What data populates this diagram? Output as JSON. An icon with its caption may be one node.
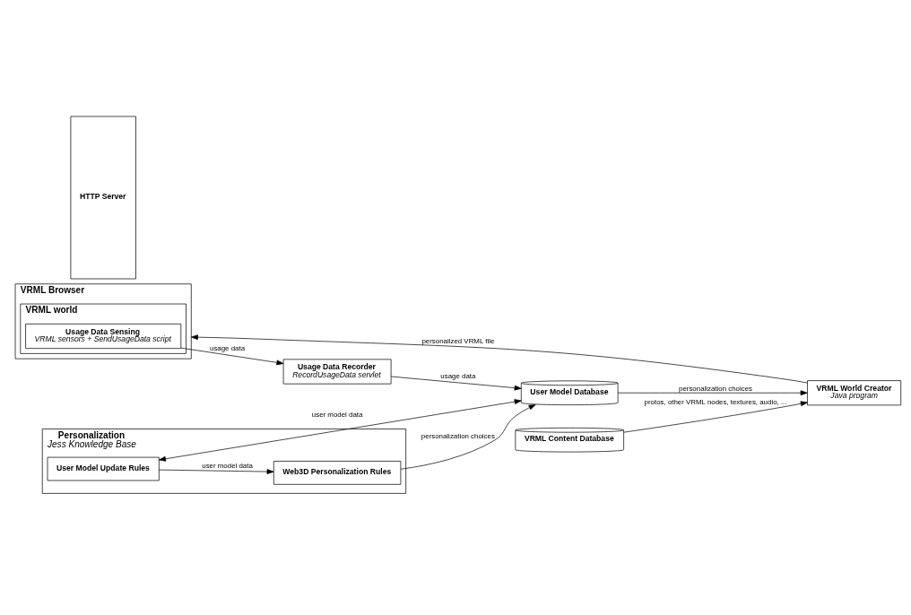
{
  "diagram": {
    "nodes": [
      {
        "text": [
          "VRML Browser"
        ]
      },
      {
        "text": [
          "VRML world"
        ],
        "in": 0
      },
      {
        "text": [
          "Usage Data Sensing",
          "VRML sensors + SendUsageData script"
        ],
        "in": 1
      },
      {
        "text": [
          "HTTP Server"
        ]
      },
      {
        "text": [
          "Usage Data Recorder",
          "RecordUsageData servlet"
        ]
      },
      {
        "text": [
          "User Model Database"
        ]
      },
      {
        "text": [
          "Personalization",
          "Jess Knowledge Base"
        ]
      },
      {
        "text": [
          "Web3D Personalization Rules"
        ],
        "in": 6
      },
      {
        "text": [
          "User Model Update Rules"
        ],
        "in": 6
      },
      {
        "text": [
          "VRML World Creator",
          "Java program"
        ]
      },
      {
        "text": [
          "VRML Content Database"
        ]
      }
    ],
    "edges": [
      {
        "from": 2,
        "to": 4,
        "arrow": "to",
        "label": "usage data"
      },
      {
        "from": 4,
        "to": 5,
        "arrow": "to",
        "label": "usage data"
      },
      {
        "from": 8,
        "to": 7,
        "arrow": "to",
        "label": "user model data"
      },
      {
        "from": 5,
        "to": 8,
        "arrow": "both",
        "label": "user model data"
      },
      {
        "from": 7,
        "to": 5,
        "arrow": "to",
        "label": "personalization choices"
      },
      {
        "from": 5,
        "to": 9,
        "arrow": "to",
        "label": "personalization choices"
      },
      {
        "from": 9,
        "to": 0,
        "arrow": "to",
        "label": "personalized VRML file"
      },
      {
        "from": 10,
        "to": 9,
        "arrow": "to",
        "label": "protos, other VRML nodes, textures, audio, ..."
      }
    ]
  }
}
